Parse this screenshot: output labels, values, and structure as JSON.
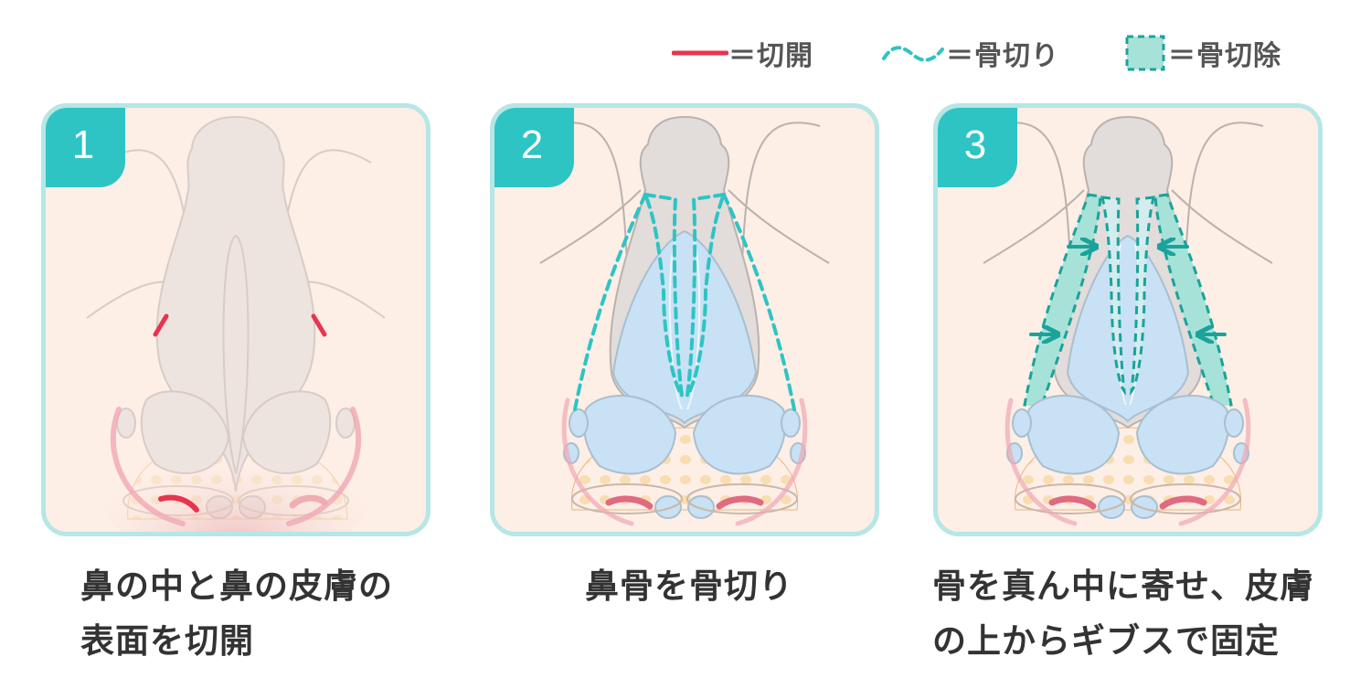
{
  "legend": {
    "incision": "＝切開",
    "osteotomy": "＝骨切り",
    "bone_removal": "＝骨切除"
  },
  "colors": {
    "incision": "#e8344e",
    "teal": "#2ec4c4",
    "teal_dark": "#1aa39a",
    "panel_border": "#b6e6e6",
    "skin": "#fdeee6",
    "bone_fill": "#c8e1f4",
    "bone_removal_fill": "#a6e2d8"
  },
  "steps": [
    {
      "number": "1",
      "caption_line1": "鼻の中と鼻の皮膚の",
      "caption_line2": "表面を切開"
    },
    {
      "number": "2",
      "caption_line1": "鼻骨を骨切り",
      "caption_line2": ""
    },
    {
      "number": "3",
      "caption_line1": "骨を真ん中に寄せ、皮膚",
      "caption_line2": "の上からギブスで固定"
    }
  ]
}
